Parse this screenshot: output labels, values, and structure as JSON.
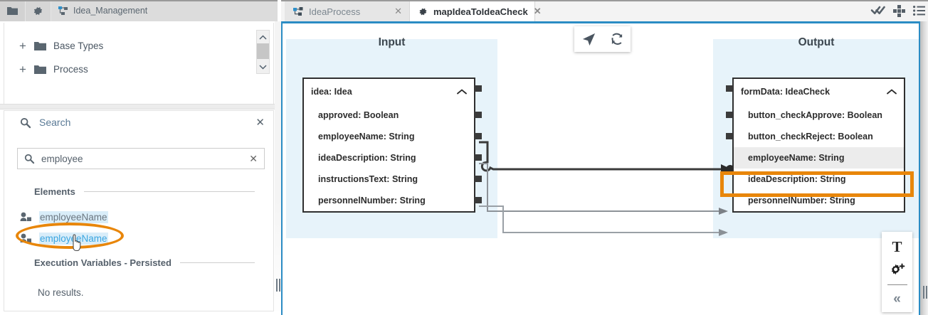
{
  "window": {
    "toolbar": {
      "folder_icon": "folder-icon",
      "gear_icon": "gear-icon",
      "breadcrumb_icon": "process-diagram-icon",
      "breadcrumb_label": "Idea_Management"
    }
  },
  "tree": {
    "items": [
      {
        "expander": "+",
        "icon": "folder-icon",
        "label": "Base Types"
      },
      {
        "expander": "+",
        "icon": "folder-icon",
        "label": "Process"
      }
    ],
    "scrollbar": {
      "up": "⌃",
      "down": "⌄"
    }
  },
  "search": {
    "header_label": "Search",
    "header_icon": "search-icon",
    "close_icon": "close-icon",
    "input_icon": "search-icon",
    "input_value": "employee",
    "input_placeholder": "Search",
    "input_clear_icon": "close-icon",
    "sections": [
      {
        "title": "Elements"
      },
      {
        "title": "Execution Variables - Persisted"
      }
    ],
    "elements": [
      {
        "icon": "user-variable-icon",
        "label": "employeeName",
        "state": "normal"
      },
      {
        "icon": "user-variable-icon",
        "label": "employeeName",
        "state": "selected"
      }
    ],
    "no_results_label": "No results.",
    "annotation_color": "#e8860a"
  },
  "tabs": {
    "items": [
      {
        "label": "IdeaProcess",
        "icon": "process-icon",
        "active": false,
        "close_icon": "close-icon"
      },
      {
        "label": "mapIdeaToIdeaCheck",
        "icon": "gear-icon",
        "active": true,
        "close_icon": "close-icon"
      }
    ],
    "right_icons": [
      {
        "name": "double-check-icon"
      },
      {
        "name": "expand-move-icon"
      },
      {
        "name": "list-icon"
      }
    ]
  },
  "canvas": {
    "accent_color": "#2b8cc4",
    "band_color": "#e7f3fa",
    "highlight_color": "#e8860a",
    "float_toolbar": [
      {
        "name": "pointer-arrow-icon"
      },
      {
        "name": "refresh-sync-icon"
      }
    ],
    "right_toolbar": [
      {
        "name": "text-tool-icon",
        "label": "T"
      },
      {
        "name": "add-gear-icon",
        "label": ""
      },
      {
        "name": "collapse-left-icon",
        "label": "«"
      }
    ],
    "input": {
      "title": "Input",
      "node": {
        "header": "idea: Idea",
        "collapse_icon": "chevron-up-icon",
        "rows": [
          {
            "label": "approved: Boolean"
          },
          {
            "label": "employeeName: String"
          },
          {
            "label": "ideaDescription: String"
          },
          {
            "label": "instructionsText: String"
          },
          {
            "label": "personnelNumber: String"
          }
        ]
      }
    },
    "output": {
      "title": "Output",
      "node": {
        "header": "formData: IdeaCheck",
        "collapse_icon": "chevron-up-icon",
        "rows": [
          {
            "label": "button_checkApprove: Boolean"
          },
          {
            "label": "button_checkReject: Boolean"
          },
          {
            "label": "employeeName: String",
            "selected": true
          },
          {
            "label": "ideaDescription: String"
          },
          {
            "label": "personnelNumber: String"
          }
        ]
      }
    },
    "connections": [
      {
        "from": "employeeName",
        "to": "employeeName",
        "emphasis": "strong"
      },
      {
        "from": "ideaDescription",
        "to": "ideaDescription",
        "emphasis": "normal"
      },
      {
        "from": "personnelNumber",
        "to": "personnelNumber",
        "emphasis": "normal"
      }
    ]
  }
}
